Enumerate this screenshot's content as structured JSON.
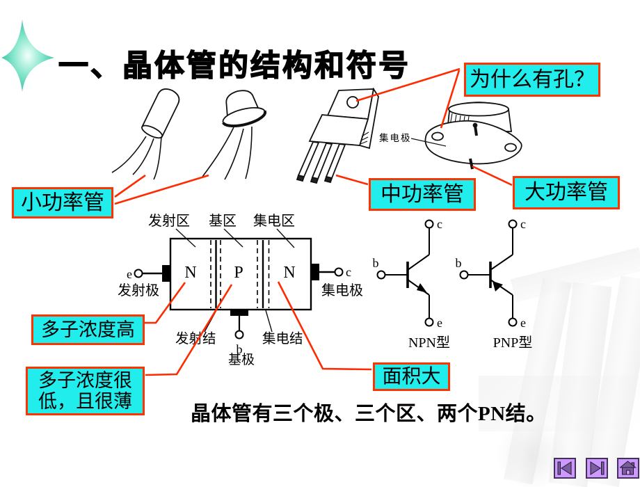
{
  "title": "一、晶体管的结构和符号",
  "callout_boxes": {
    "why_hole": "为什么有孔？",
    "small_power": "小功率管",
    "medium_power": "中功率管",
    "large_power": "大功率管",
    "majority_high": "多子浓度高",
    "majority_low_line1": "多子浓度很",
    "majority_low_line2": "低，且很薄",
    "large_area": "面积大"
  },
  "package_figure": {
    "collector_pin_label": "集电极"
  },
  "structure": {
    "region_labels": [
      "发射区",
      "基区",
      "集电区"
    ],
    "region_types": [
      "N",
      "P",
      "N"
    ],
    "emitter": {
      "pin": "e",
      "label": "发射极"
    },
    "collector": {
      "pin": "c",
      "label": "集电极"
    },
    "base": {
      "pin": "b",
      "label": "基极"
    },
    "junctions": [
      "发射结",
      "集电结"
    ]
  },
  "symbols": {
    "npn": {
      "label": "NPN型",
      "base": "b",
      "collector": "c",
      "emitter": "e"
    },
    "pnp": {
      "label": "PNP型",
      "base": "b",
      "collector": "c",
      "emitter": "e"
    }
  },
  "conclusion": "晶体管有三个极、三个区、两个PN结。",
  "nav": {
    "prev": "previous-slide-button",
    "next": "next-slide-button",
    "home": "home-button"
  },
  "colors": {
    "callout_bg": "#21EDED",
    "callout_border": "#FF3300",
    "leader_line": "#FF2A00",
    "nav_button_bg": "#CC99FF",
    "nav_icon": "#7A5E9C",
    "star_teal": "#2FBF9F"
  }
}
